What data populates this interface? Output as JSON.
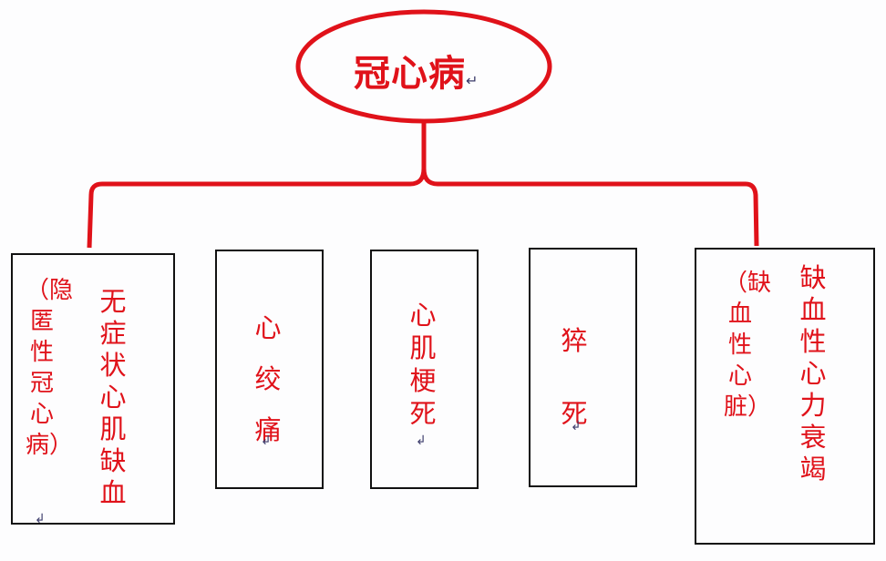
{
  "colors": {
    "accent": "#e0121a",
    "box_border": "#111111",
    "background": "#fdfdfe"
  },
  "root": {
    "label": "冠心病",
    "mark": "↵"
  },
  "children": [
    {
      "id": "asymptomatic",
      "main": "无症状心肌缺血",
      "sub": "（隐匿性冠心病）",
      "mark": "↲"
    },
    {
      "id": "angina",
      "main": "心绞痛",
      "mark": "↲"
    },
    {
      "id": "mi",
      "main": "心肌梗死",
      "mark": "↲"
    },
    {
      "id": "sudden-death",
      "main": "猝死",
      "mark": "↲"
    },
    {
      "id": "heart-failure",
      "main": "缺血性心力衰竭",
      "sub": "（缺血性心脏）"
    }
  ]
}
